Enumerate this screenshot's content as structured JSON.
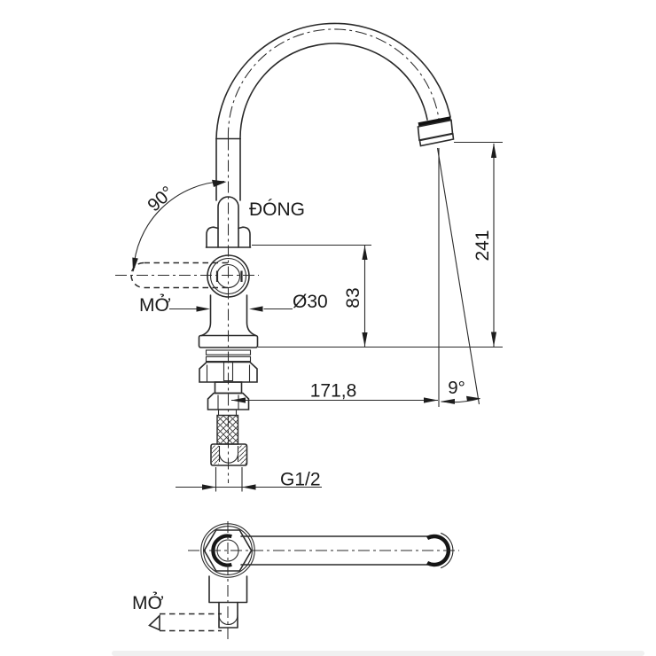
{
  "drawing": {
    "labels": {
      "closed_position": "ĐÓNG",
      "open_position_front": "MỞ",
      "open_position_bottom": "MỞ",
      "handle_rotation_angle": "90°",
      "body_diameter": "Ø30",
      "body_height": "83",
      "spout_height": "241",
      "spout_reach": "171,8",
      "stream_angle": "9°",
      "thread_size": "G1/2"
    },
    "colors": {
      "line": "#2a2a2a",
      "background": "#ffffff",
      "bottom_divider": "#f0f0f0"
    }
  }
}
